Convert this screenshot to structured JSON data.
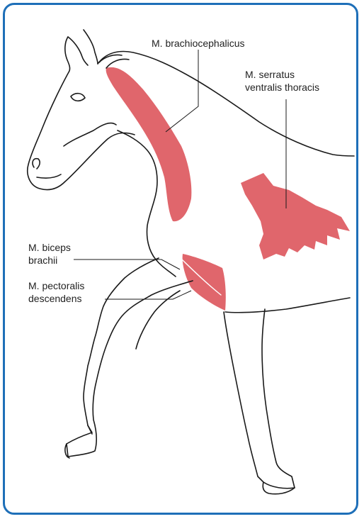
{
  "accent_color": "#1e6fb8",
  "muscle_color": "#e0666c",
  "labels": {
    "brachiocephalicus": "M. brachiocephalicus",
    "serratus_line1": "M. serratus",
    "serratus_line2": "ventralis thoracis",
    "biceps_line1": "M. biceps",
    "biceps_line2": "brachii",
    "pectoralis_line1": "M. pectoralis",
    "pectoralis_line2": "descendens"
  }
}
